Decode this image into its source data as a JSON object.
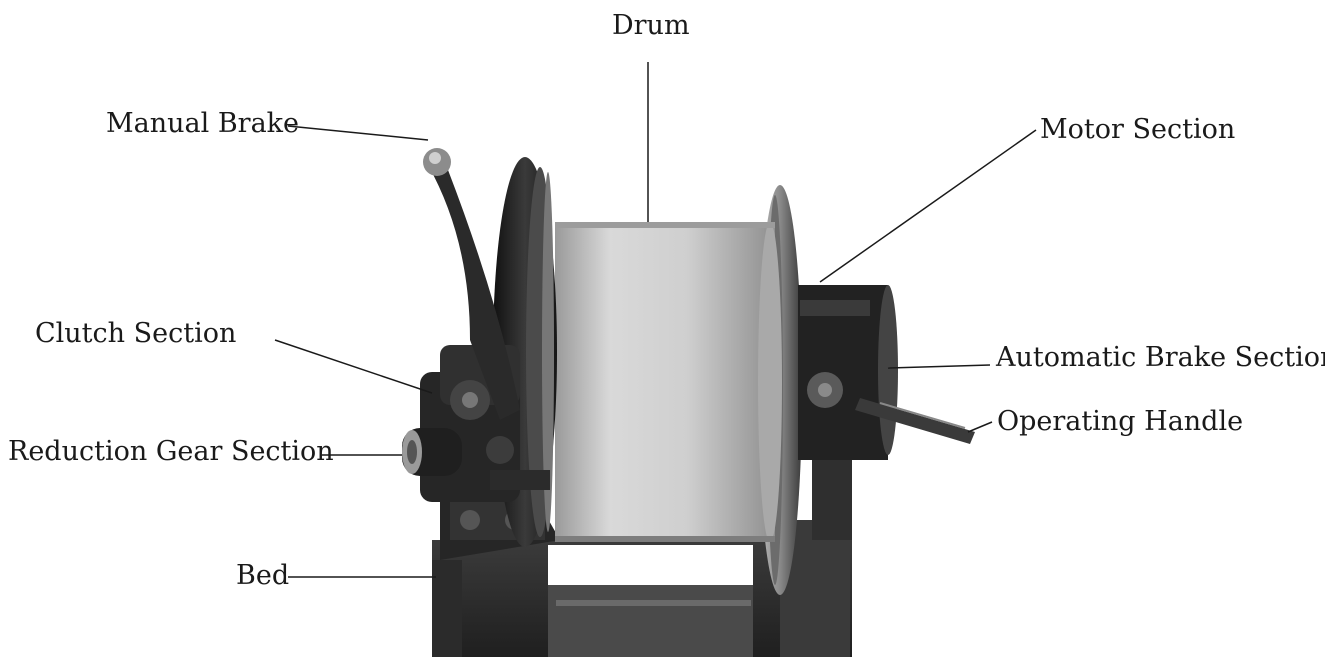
{
  "labels": {
    "drum": "Drum",
    "manual_brake": "Manual Brake",
    "motor_section": "Motor Section",
    "clutch_section": "Clutch Section",
    "automatic_brake_section": "Automatic Brake Section",
    "operating_handle": "Operating Handle",
    "reduction_gear_section": "Reduction Gear Section",
    "bed": "Bed"
  },
  "colors": {
    "ink": "#1a1a1a",
    "drum_light": "#d6d6d6",
    "drum_mid": "#b3b3b3",
    "metal_dark": "#2a2a2a",
    "metal_mid": "#555555"
  }
}
